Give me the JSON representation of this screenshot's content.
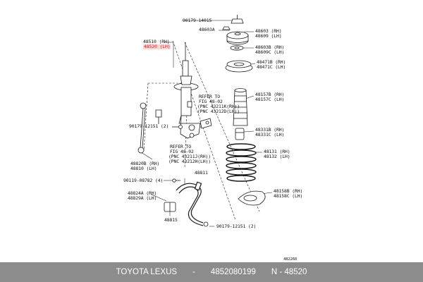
{
  "diagram": {
    "labels": {
      "p90179_14015": "90179-14015",
      "p48603a": "48603A",
      "p48603_rh": "48603 (RH)",
      "p48609_lh": "48609 (LH)",
      "p48510_rh": "48510 (RH)",
      "p48520_lh": "48520 (LH)",
      "p48603b_rh": "48603B (RH)",
      "p48609c_lh": "48609C (LH)",
      "p48471b_rh": "48471B (RH)",
      "p48471c_lh": "48471C (LH)",
      "p48157b_rh": "48157B (RH)",
      "p48157c_lh": "48157C (LH)",
      "refer1_a": "REFER TO",
      "refer1_b": "FIG 48-02",
      "refer1_c": "(PNC 43211K(RH))",
      "refer1_d": "(PNC 43212D(LH))",
      "p90179_12151a": "90179-12151 (2)",
      "p48331b_rh": "48331B (RH)",
      "p48331c_lh": "48331C (LH)",
      "refer2_a": "REFER TO",
      "refer2_b": "FIG 48-02",
      "refer2_c": "(PNC 43211J(RH))",
      "refer2_d": "(PNC 43212H(LH))",
      "p48131_rh": "48131 (RH)",
      "p48132_lh": "48132 (LH)",
      "p48820b_rh": "48820B (RH)",
      "p48810_lh": "48810 (LH)",
      "p48811": "48811",
      "p90119_08782": "90119-08782 (4)",
      "p48824a_rh": "48824A (RH)",
      "p48829a_lh": "48829A (LH)",
      "p48158b_rh": "48158B (RH)",
      "p48158c_lh": "48158C (LH)",
      "p48815": "48815",
      "p90179_12151b": "90179-12151 (2)",
      "figure_code": "482260"
    }
  },
  "footer": {
    "brand": "TOYOTA LEXUS",
    "separator": "-",
    "part_number": "4852080199",
    "n_label": "N - 48520"
  },
  "colors": {
    "highlight": "#e21b1b",
    "footer_bg": "#8c8c8c"
  }
}
